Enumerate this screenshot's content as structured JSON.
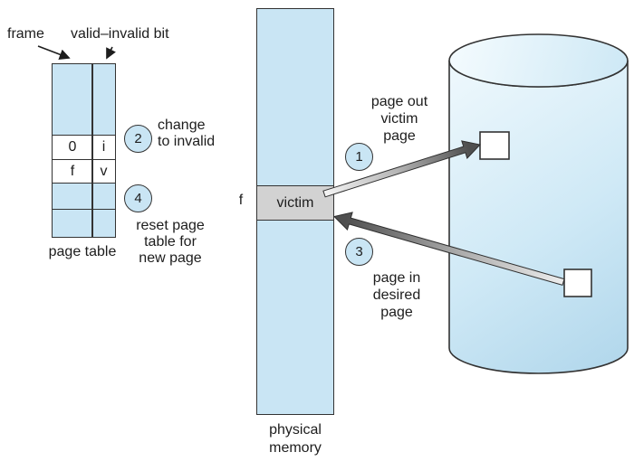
{
  "figure": {
    "description": "page replacement diagram"
  },
  "page_table": {
    "pointer_labels": {
      "frame": "frame",
      "valid_invalid": "valid–invalid bit"
    },
    "row1": {
      "frame": "0",
      "bit": "i"
    },
    "row2": {
      "frame": "f",
      "bit": "v"
    },
    "caption": "page table"
  },
  "physical_memory": {
    "frame_label": "f",
    "victim_label": "victim",
    "caption_lines": [
      "physical",
      "memory"
    ]
  },
  "steps": {
    "step1": {
      "number": "1",
      "lines": [
        "page out",
        "victim",
        "page"
      ]
    },
    "step2": {
      "number": "2",
      "lines": [
        "change",
        "to invalid"
      ]
    },
    "step3": {
      "number": "3",
      "lines": [
        "page in",
        "desired",
        "page"
      ]
    },
    "step4": {
      "number": "4",
      "lines": [
        "reset page",
        "table for",
        "new page"
      ]
    }
  },
  "colors": {
    "light_blue": "#c9e5f4",
    "victim_gray": "#d2d2d2",
    "outline": "#333333",
    "arrow_dark": "#4f4f4f",
    "arrow_light": "#f0f0f0"
  }
}
